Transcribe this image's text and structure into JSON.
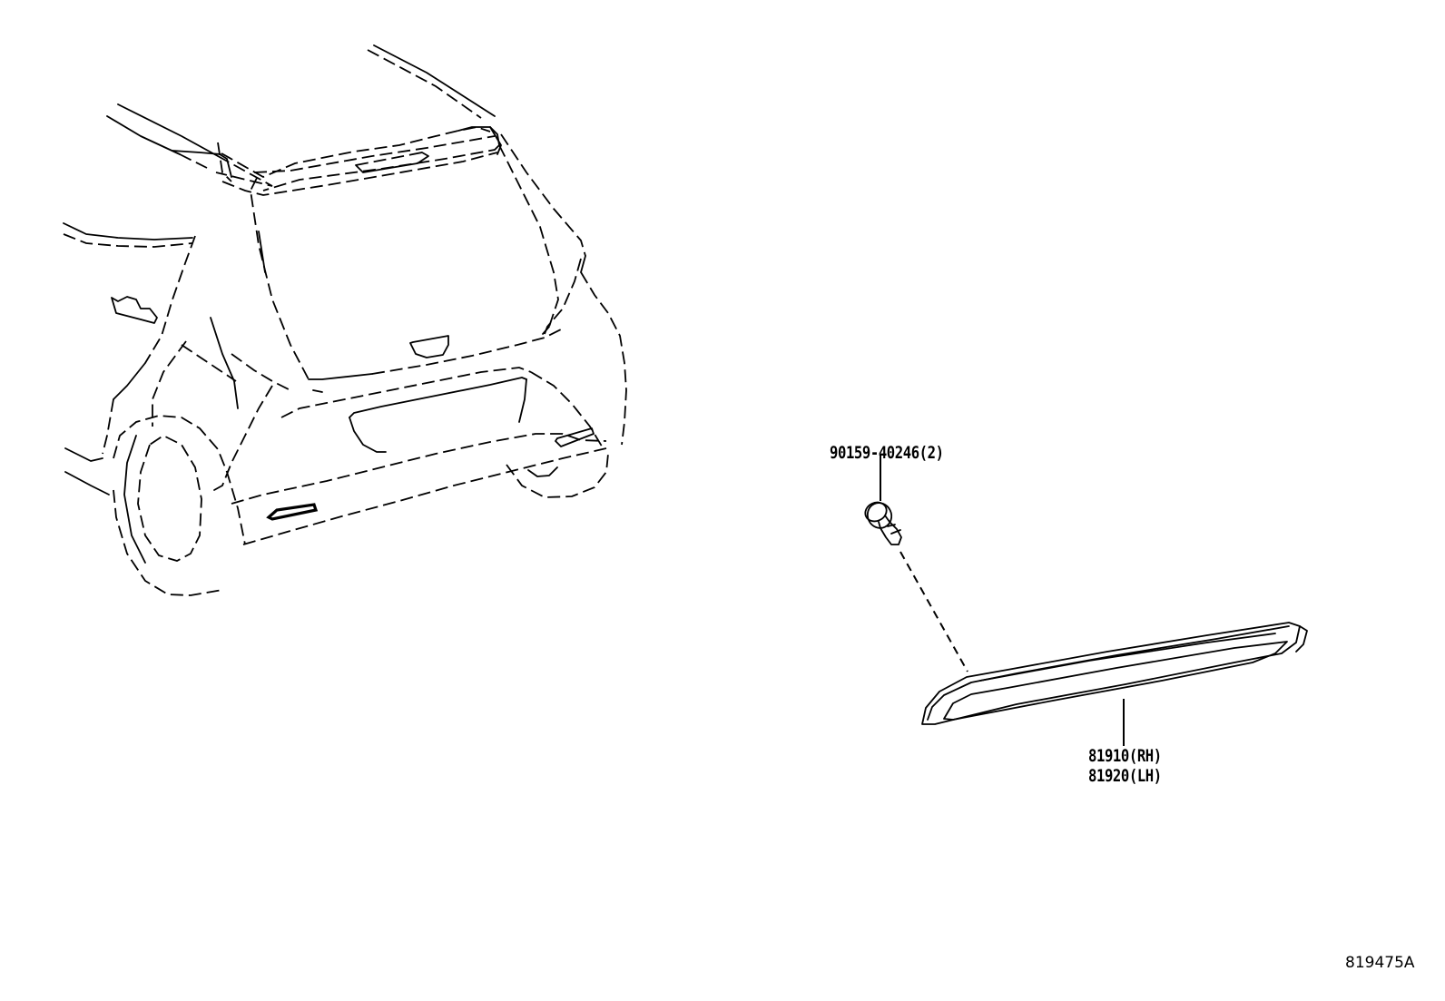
{
  "diagram": {
    "type": "parts-exploded-view",
    "subject": "rear bumper reflector assembly",
    "background_color": "#ffffff",
    "line_color": "#000000"
  },
  "parts": [
    {
      "id": "screw",
      "label": "90159-40246(2)",
      "part_number": "90159-40246",
      "quantity": "(2)"
    },
    {
      "id": "reflector-rh",
      "label": "81910(RH)",
      "part_number": "81910",
      "side": "RH"
    },
    {
      "id": "reflector-lh",
      "label": "81920(LH)",
      "part_number": "81920",
      "side": "LH"
    }
  ],
  "illustration_id": "819475A"
}
